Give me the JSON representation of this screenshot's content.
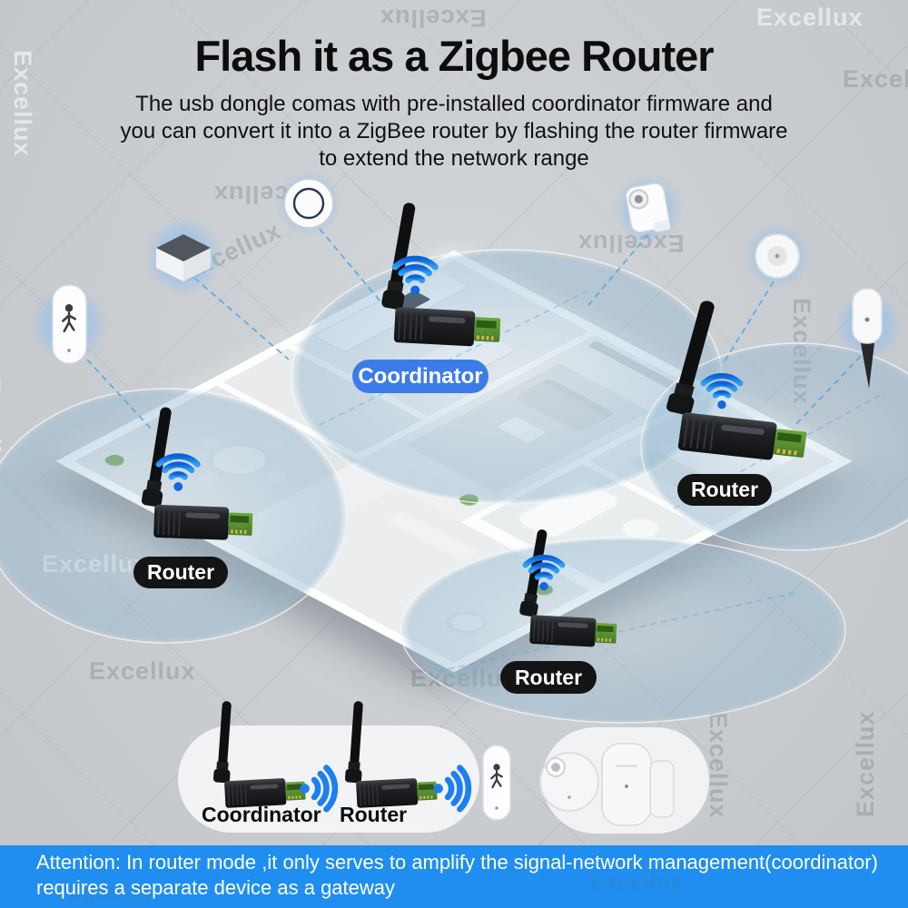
{
  "page": {
    "title": "Flash it as a Zigbee Router",
    "subtitle_lines": [
      "The usb dongle comas with pre-installed coordinator firmware and",
      "you can convert it into a ZigBee router by flashing the router firmware",
      "to extend the network range"
    ]
  },
  "network": {
    "coordinator": "Coordinator",
    "router_right": "Router",
    "router_left": "Router",
    "router_bottom": "Router"
  },
  "legend": {
    "coordinator": "Coordinator",
    "router": "Router"
  },
  "attention": {
    "line1": "Attention: In router mode ,it only serves to amplify the signal-network management(coordinator)",
    "line2": "requires a separate device as a gateway"
  },
  "watermark": "Excellux",
  "colors": {
    "background_gray": "#c9cdd1",
    "banner_blue": "#1f8ef0",
    "coordinator_pill_blue": "#3c7ce8",
    "router_pill_black": "#141414",
    "wifi_blue_dark": "#0d61d8",
    "wifi_blue_light": "#2f9ff5",
    "signal_wave_blue": "#1d7ff0",
    "usb_pcb_green": "#57932c",
    "coverage_blue": "#8cb4cf",
    "sensor_glow_blue": "#8cc0f2"
  },
  "icons": {
    "wifi": "wifi-arcs-with-dot",
    "signal_waves": "three-arcs-right",
    "walking_person": "walking-person-glyph"
  }
}
